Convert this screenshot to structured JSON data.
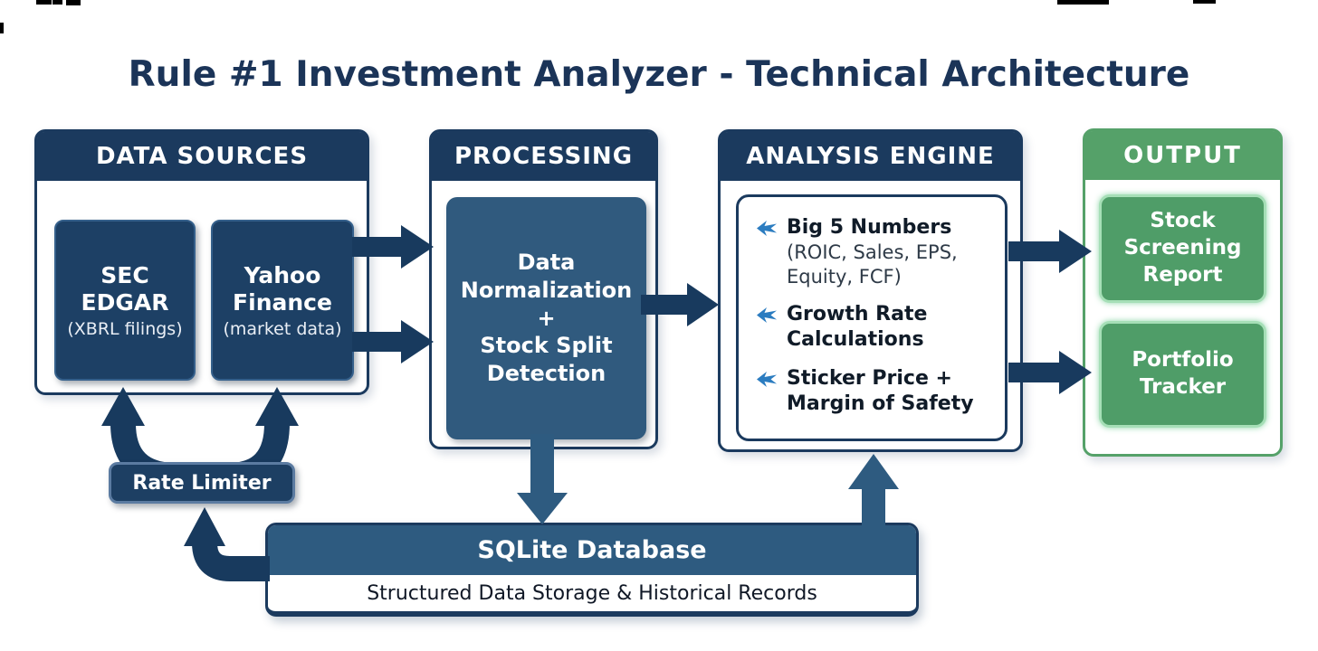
{
  "title": "Rule #1 Investment Analyzer - Technical Architecture",
  "panels": {
    "data_sources": {
      "header": "DATA SOURCES",
      "boxes": [
        {
          "title": "SEC\nEDGAR",
          "subtitle": "(XBRL filings)"
        },
        {
          "title": "Yahoo\nFinance",
          "subtitle": "(market data)"
        }
      ]
    },
    "processing": {
      "header": "PROCESSING",
      "box_label": "Data\nNormalization\n+\nStock Split\nDetection"
    },
    "analysis_engine": {
      "header": "ANALYSIS ENGINE",
      "bullets": [
        {
          "title": "Big 5 Numbers",
          "detail": "(ROIC, Sales, EPS,\nEquity, FCF)"
        },
        {
          "title": "Growth Rate\nCalculations"
        },
        {
          "title": "Sticker Price +\nMargin of Safety"
        }
      ]
    },
    "output": {
      "header": "OUTPUT",
      "boxes": [
        {
          "label": "Stock\nScreening\nReport"
        },
        {
          "label": "Portfolio\nTracker"
        }
      ]
    }
  },
  "rate_limiter": {
    "label": "Rate Limiter"
  },
  "database": {
    "title": "SQLite Database",
    "subtitle": "Structured Data Storage & Historical Records"
  },
  "icons": {
    "bullet": "arrow-bullet-icon"
  },
  "colors": {
    "navy": "#1b3a5e",
    "navy_box": "#1d4065",
    "steel_blue": "#2e5b80",
    "arrow_navy": "#183a5e",
    "green_header": "#55a169",
    "green_box": "#4f9d68",
    "green_border": "#a6dfb7",
    "bullet_blue": "#2b7cc0",
    "title_text": "#1b3458"
  }
}
